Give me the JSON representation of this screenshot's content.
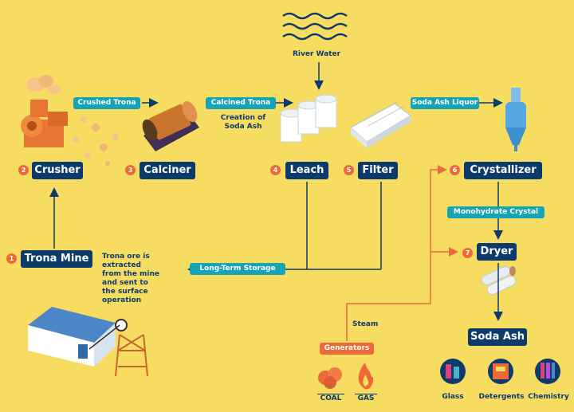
{
  "colors": {
    "background": "#f6dd62",
    "stage_label": "#0c3a6b",
    "flow_tag": "#17a3b6",
    "number_badge": "#ec6a3a",
    "steam_line": "#ec6a3a",
    "flow_line": "#0c3a6b"
  },
  "stages": [
    {
      "number": "1",
      "label": "Trona Mine"
    },
    {
      "number": "2",
      "label": "Crusher"
    },
    {
      "number": "3",
      "label": "Calciner"
    },
    {
      "number": "4",
      "label": "Leach"
    },
    {
      "number": "5",
      "label": "Filter"
    },
    {
      "number": "6",
      "label": "Crystallizer"
    },
    {
      "number": "7",
      "label": "Dryer"
    }
  ],
  "flow_tags": {
    "crushed_trona": "Crushed Trona",
    "calcined_trona": "Calcined Trona",
    "soda_ash_liquor": "Soda Ash Liquor",
    "monohydrate_crystal": "Monohydrate Crystal",
    "long_term_storage": "Long-Term Storage"
  },
  "notes": {
    "river_water": "River Water",
    "creation_line1": "Creation of",
    "creation_line2": "Soda Ash",
    "mine_line1": "Trona ore is",
    "mine_line2": "extracted",
    "mine_line3": "from the mine",
    "mine_line4": "and sent to",
    "mine_line5": "the surface",
    "mine_line6": "operation",
    "steam": "Steam"
  },
  "generators": {
    "label": "Generators",
    "fuels": [
      "COAL",
      "GAS"
    ]
  },
  "output": {
    "label": "Soda Ash",
    "products": [
      "Glass",
      "Detergents",
      "Chemistry"
    ]
  },
  "icons": [
    "water-waves-icon",
    "rock-pile-icon",
    "crusher-machine-icon",
    "calciner-drum-icon",
    "leach-tanks-icon",
    "filter-unit-icon",
    "crystallizer-vessel-icon",
    "dryer-rolls-icon",
    "mine-building-icon",
    "headframe-icon",
    "coal-icon",
    "flame-icon",
    "glass-icon",
    "detergent-icon",
    "chemistry-icon"
  ]
}
